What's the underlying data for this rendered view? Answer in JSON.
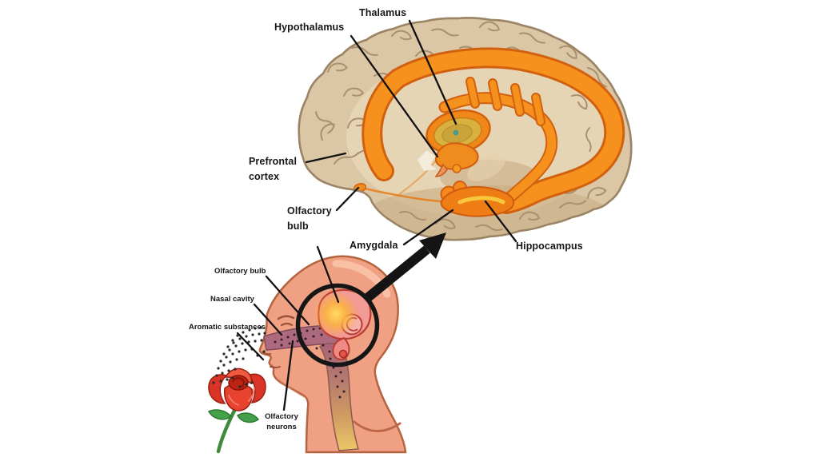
{
  "diagram": {
    "brain_labels": {
      "thalamus": "Thalamus",
      "hypothalamus": "Hypothalamus",
      "prefrontal_cortex": "Prefrontal cortex",
      "olfactory_bulb": "Olfactory bulb",
      "amygdala": "Amygdala",
      "hippocampus": "Hippocampus"
    },
    "head_labels": {
      "olfactory_bulb": "Olfactory bulb",
      "nasal_cavity": "Nasal cavity",
      "aromatic_substances": "Aromatic substances",
      "olfactory_neurons": "Olfactory neurons"
    },
    "colors": {
      "limbic_orange": "#f5911c",
      "limbic_orange_dark": "#d2610f",
      "cortex_tan": "#dbc7a6",
      "cortex_outline": "#9b8566",
      "skin_salmon": "#f0a183",
      "nasal_tract_mauve": "#a86478",
      "spinal_gold": "#ecc968",
      "inset_brain_pink": "#f29a94",
      "glow_yellow": "#ffd24f",
      "rose_red": "#e23b2c",
      "stem_green": "#3e8c3b",
      "leader_line": "#111111"
    }
  }
}
